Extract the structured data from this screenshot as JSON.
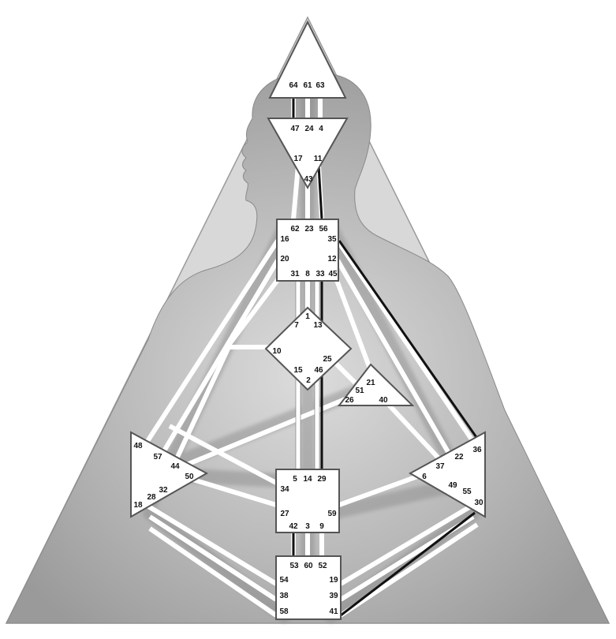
{
  "centers": {
    "head": [
      "64",
      "61",
      "63"
    ],
    "ajna": [
      "47",
      "24",
      "4",
      "17",
      "11",
      "43"
    ],
    "throat": [
      "62",
      "23",
      "56",
      "16",
      "35",
      "20",
      "12",
      "31",
      "8",
      "33",
      "45"
    ],
    "g": [
      "1",
      "7",
      "13",
      "10",
      "25",
      "15",
      "46",
      "2"
    ],
    "heart": [
      "21",
      "51",
      "26",
      "40"
    ],
    "spleen": [
      "48",
      "57",
      "44",
      "50",
      "32",
      "28",
      "18"
    ],
    "solar_plexus": [
      "36",
      "22",
      "37",
      "6",
      "49",
      "55",
      "30"
    ],
    "sacral": [
      "5",
      "14",
      "29",
      "34",
      "27",
      "59",
      "42",
      "3",
      "9"
    ],
    "root": [
      "53",
      "60",
      "52",
      "54",
      "19",
      "38",
      "39",
      "58",
      "41"
    ]
  }
}
